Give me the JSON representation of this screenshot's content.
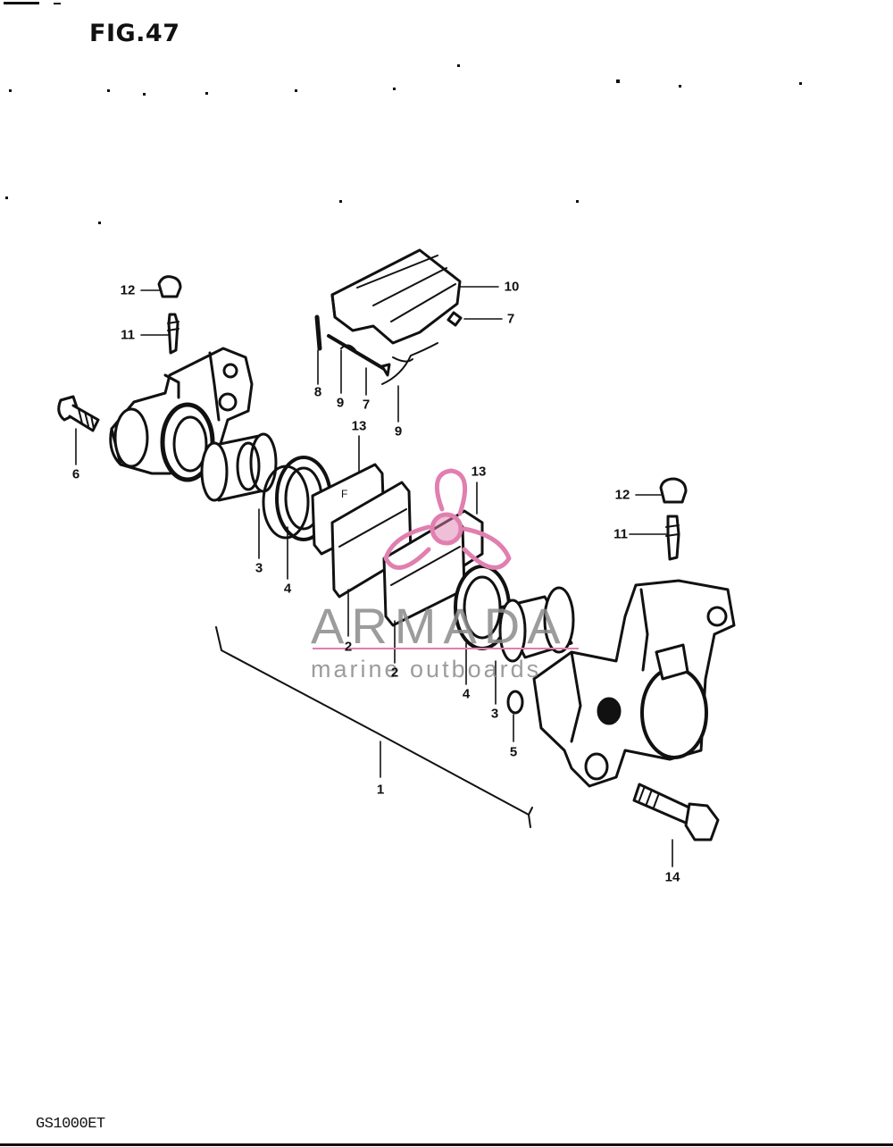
{
  "figure": {
    "title": "FIG.47",
    "model": "GS1000ET"
  },
  "watermark": {
    "brand": "ARMADA",
    "tagline": "marine outboards",
    "accent_color": "#e07fb0",
    "text_color": "#8b8b8b"
  },
  "callouts": [
    {
      "id": "c12a",
      "label": "12"
    },
    {
      "id": "c11a",
      "label": "11"
    },
    {
      "id": "c6",
      "label": "6"
    },
    {
      "id": "c10",
      "label": "10"
    },
    {
      "id": "c7a",
      "label": "7"
    },
    {
      "id": "c8",
      "label": "8"
    },
    {
      "id": "c9a",
      "label": "9"
    },
    {
      "id": "c7b",
      "label": "7"
    },
    {
      "id": "c9b",
      "label": "9"
    },
    {
      "id": "c13a",
      "label": "13"
    },
    {
      "id": "c13b",
      "label": "13"
    },
    {
      "id": "c3a",
      "label": "3"
    },
    {
      "id": "c4a",
      "label": "4"
    },
    {
      "id": "c2a",
      "label": "2"
    },
    {
      "id": "c2b",
      "label": "2"
    },
    {
      "id": "c4b",
      "label": "4"
    },
    {
      "id": "c3b",
      "label": "3"
    },
    {
      "id": "c5",
      "label": "5"
    },
    {
      "id": "c12b",
      "label": "12"
    },
    {
      "id": "c11b",
      "label": "11"
    },
    {
      "id": "c1",
      "label": "1"
    },
    {
      "id": "c14",
      "label": "14"
    }
  ]
}
